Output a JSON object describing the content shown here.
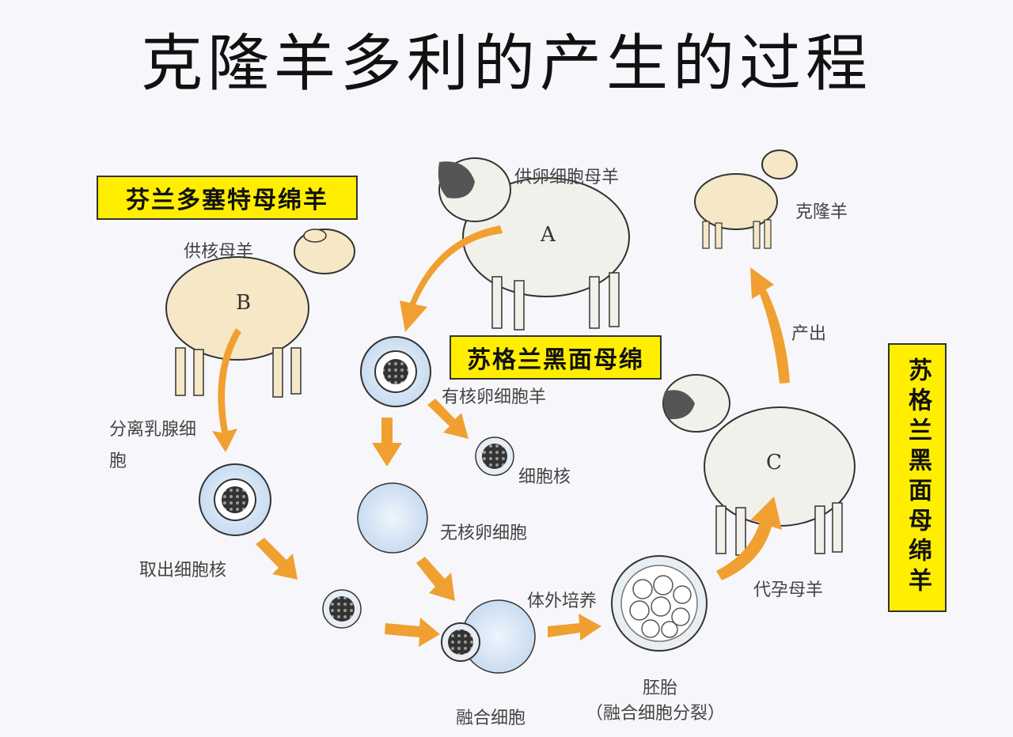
{
  "title": "克隆羊多利的产生的过程",
  "boxes": {
    "finland": "芬兰多塞特母绵羊",
    "scotland_mid": "苏格兰黑面母绵",
    "scotland_right": "苏格兰黑面母绵羊"
  },
  "sheep": {
    "a_letter": "A",
    "b_letter": "B",
    "c_letter": "C"
  },
  "labels": {
    "egg_donor": "供卵细胞母羊",
    "nucleus_donor": "供核母羊",
    "clone": "克隆羊",
    "produce": "产出",
    "mammary": "分离乳腺细胞",
    "nucleated_egg": "有核卵细胞羊",
    "nucleus": "细胞核",
    "enucleated_egg": "无核卵细胞",
    "extract_nucleus": "取出细胞核",
    "in_vitro": "体外培养",
    "surrogate": "代孕母羊",
    "fused_cell": "融合细胞",
    "embryo": "胚胎",
    "embryo_note": "（融合细胞分裂）"
  },
  "colors": {
    "arrow": "#f0a030",
    "highlight": "#ffee00",
    "wool_white": "#f2f0ea",
    "wool_cream": "#f6e7c6",
    "cell_fill": "#dce9f7"
  }
}
